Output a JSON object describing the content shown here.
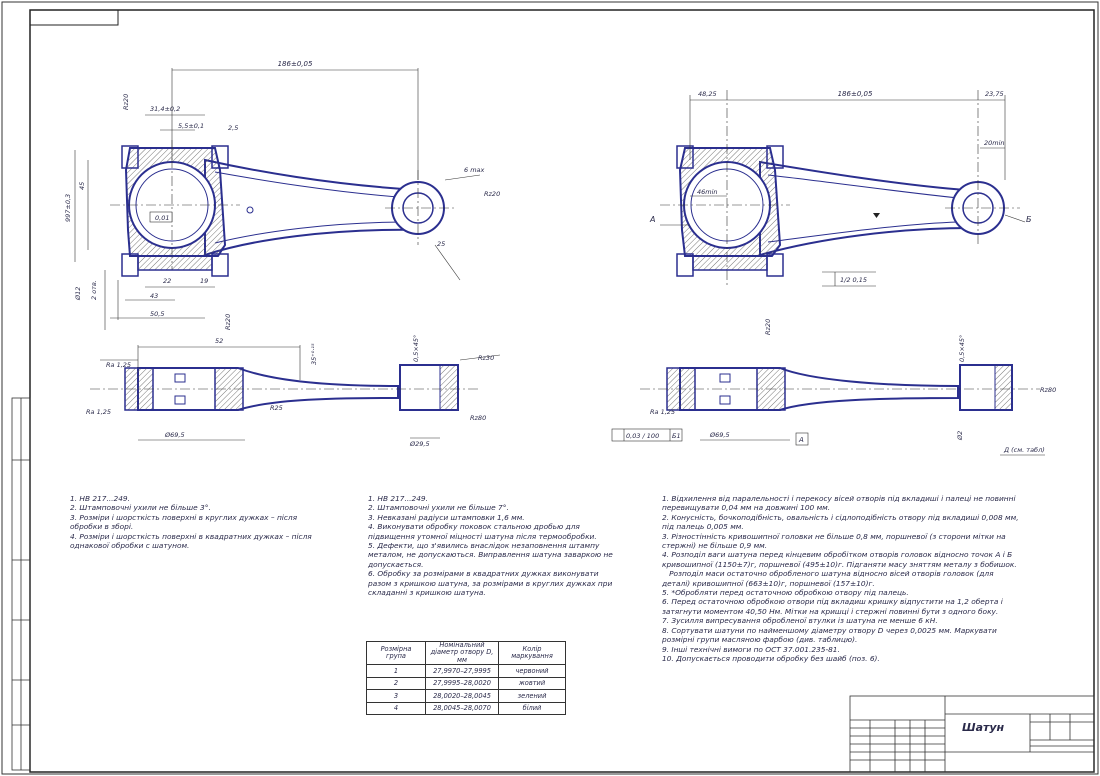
{
  "title_block": {
    "part_name": "Шатун"
  },
  "dimensions": {
    "top_left": {
      "center_distance": "186±0,05",
      "d1": "31,4±0,2",
      "d2": "5,5±0,1",
      "d3": "2,5",
      "d4": "997±0,3",
      "d5": "45",
      "d6": "6 max",
      "d7": "22",
      "d8": "19",
      "d9": "43",
      "d10": "50,5",
      "d11": "25",
      "d12": "0,01",
      "r_top": "Rz20",
      "r_right": "Rz20",
      "r_bottom": "Rz20",
      "tol": "Ø12",
      "lbl_2": "2 отв."
    },
    "top_right": {
      "center_distance": "186±0,05",
      "d1": "48,25",
      "d2": "23,75",
      "d3": "20min",
      "d4": "46min",
      "marker_a": "А",
      "marker_b": "Б",
      "tol": "1/2 0,15",
      "r_bottom": "Rz20"
    },
    "bottom_left": {
      "d1": "52",
      "d2": "35⁺⁰·¹⁵",
      "d3": "0,5×45°",
      "r1": "Ra 1,25",
      "r2": "Ra 1,25",
      "r3": "R25",
      "d4": "Ø69,5",
      "r_right": "Rz30",
      "d5": "Ø29,5",
      "d6": "Rz80"
    },
    "bottom_right": {
      "d1": "0,5×45°",
      "r1": "Ra 1,25",
      "d2": "Ø69,5",
      "frame": "0,03 / 100",
      "frame_ref": "Б1",
      "datum": "А",
      "r_right": "Rz80",
      "d3": "Д (см. табл)",
      "lbl": "Ø2"
    }
  },
  "notes_left": [
    "1. НВ 217...249.",
    "2. Штамповочні ухили не більше 3°.",
    "3. Розміри і шорсткість поверхні в круглих дужках – після обробки в зборі.",
    "4. Розміри і шорсткість поверхні в квадратних дужках – після однакової обробки с шатуном."
  ],
  "notes_mid": [
    "1. НВ 217...249.",
    "2. Штамповочні ухили не більше 7°.",
    "3. Невказані радіуси штамповки 1,6 мм.",
    "4. Виконувати обробку поковок стальною дробью для підвищення утомної міцності шатуна після термообробки.",
    "5. Дефекти, що з'явились внаслідок незаповнення штампу металом, не допускаються. Виправлення шатуна заваркою не допускається.",
    "6. Обробку за розмірами в квадратних дужках виконувати разом з кришкою шатуна, за розмірами в круглих дужках при складанні з кришкою шатуна."
  ],
  "notes_right": [
    "1. Відхилення від паралельності і перекосу вісей отворів під вкладиші і палеці не повинні перевищувати 0,04 мм на довжині 100 мм.",
    "2. Конусність, бочкоподібність, овальність і сідлоподібність отвору під вкладиші 0,008 мм, під палець 0,005 мм.",
    "3. Різностінність кривошипної головки не більше 0,8 мм, поршневої (з сторони мітки на стержні) не більше 0,9 мм.",
    "4. Розподіл ваги шатуна перед кінцевим обробітком отворів головок відносно точок А і Б кривошипної (1150±7)г, поршневої (495±10)г. Підганяти масу зняттям металу з бобишок.",
    "   Розподіл маси остаточно обробленого шатуна відносно вісей отворів головок (для деталі) кривошипної (663±10)г, поршневої (157±10)г.",
    "5. *Обробляти перед остаточною обробкою отвору під палець.",
    "6. Перед остаточною обробкою отвори під вкладиш кришку відпустити на 1,2 оберта і затягнути моментом 40,50 Нм. Мітки на кришці і стержні повинні бути з одного боку.",
    "7. Зусилля випресування обробленої втулки із шатуна не менше 6 кН.",
    "8. Сортувати шатуни по найменшому діаметру отвору D через 0,0025 мм. Маркувати розмірні групи масляною фарбою (див. таблицю).",
    "9. Інші технічні вимоги по ОСТ 37.001.235-81.",
    "10. Допускається проводити обробку без шайб (поз. 6)."
  ],
  "size_table": {
    "headers": [
      "Розмірна група",
      "Номінальний діаметр отвору D, мм",
      "Колір маркування"
    ],
    "rows": [
      [
        "1",
        "27,9970–27,9995",
        "червоний"
      ],
      [
        "2",
        "27,9995–28,0020",
        "жовтий"
      ],
      [
        "3",
        "28,0020–28,0045",
        "зелений"
      ],
      [
        "4",
        "28,0045–28,0070",
        "білий"
      ]
    ]
  },
  "colors": {
    "ink": "#2a2a4a",
    "line": "#333333",
    "contour": "#2b2f8f",
    "hatch": "#555555",
    "paper": "#ffffff"
  }
}
